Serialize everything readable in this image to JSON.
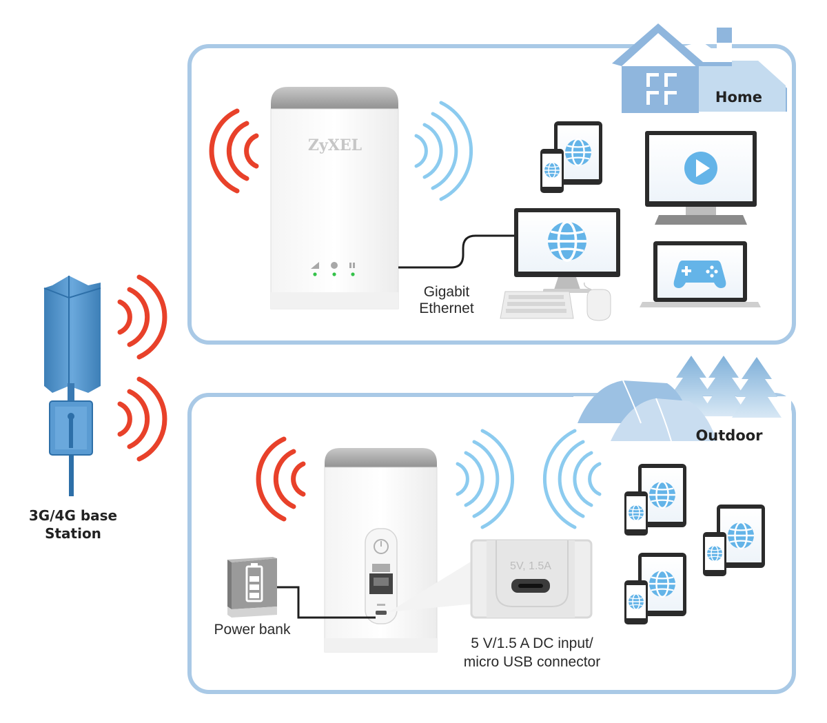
{
  "labels": {
    "home": "Home",
    "outdoor": "Outdoor",
    "base_station_line1": "3G/4G base",
    "base_station_line2": "Station",
    "gigabit_line1": "Gigabit",
    "gigabit_line2": "Ethernet",
    "power_bank": "Power bank",
    "dc_line1": "5 V/1.5 A DC input/",
    "dc_line2": "micro USB connector",
    "port_rating": "5V, 1.5A",
    "brand": "ZyXEL"
  },
  "colors": {
    "panel_border": "#a9c9e6",
    "scene_blue": "#8fb6dd",
    "signal_red": "#e8412a",
    "signal_blue": "#8ccbef",
    "globe_blue": "#64b4e8",
    "device_frame": "#2b2b2b"
  }
}
